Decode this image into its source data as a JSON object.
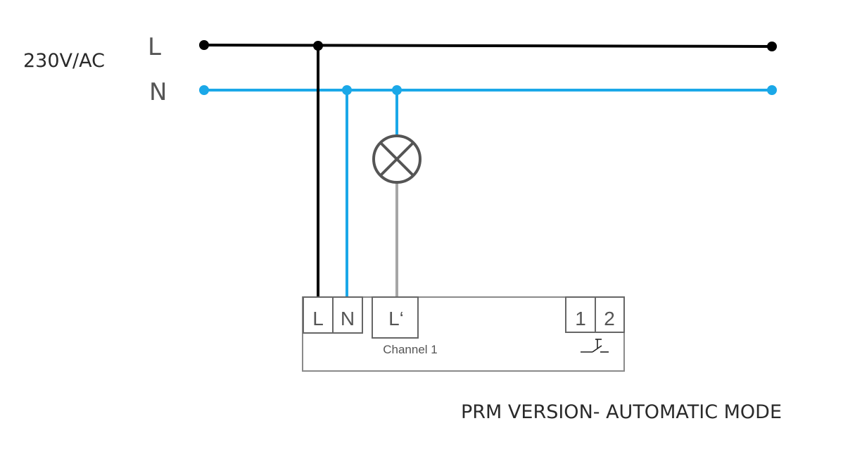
{
  "supply": {
    "voltage_label": "230V/AC",
    "line_label": "L",
    "neutral_label": "N"
  },
  "colors": {
    "line_wire": "#000000",
    "neutral_wire": "#1ba8e8",
    "load_wire": "#a6a6a6",
    "device_outline": "#8a8a8a",
    "text": "#2a2a2a"
  },
  "device": {
    "terminals": [
      {
        "id": "L",
        "label": "L"
      },
      {
        "id": "N",
        "label": "N"
      },
      {
        "id": "Lout",
        "label": "L‘"
      },
      {
        "id": "1",
        "label": "1"
      },
      {
        "id": "2",
        "label": "2"
      }
    ],
    "channel_label": "Channel 1",
    "switch_symbol": "pushbutton-switch-icon"
  },
  "load": {
    "symbol": "lamp-icon"
  },
  "caption": "PRM VERSION- AUTOMATIC MODE"
}
